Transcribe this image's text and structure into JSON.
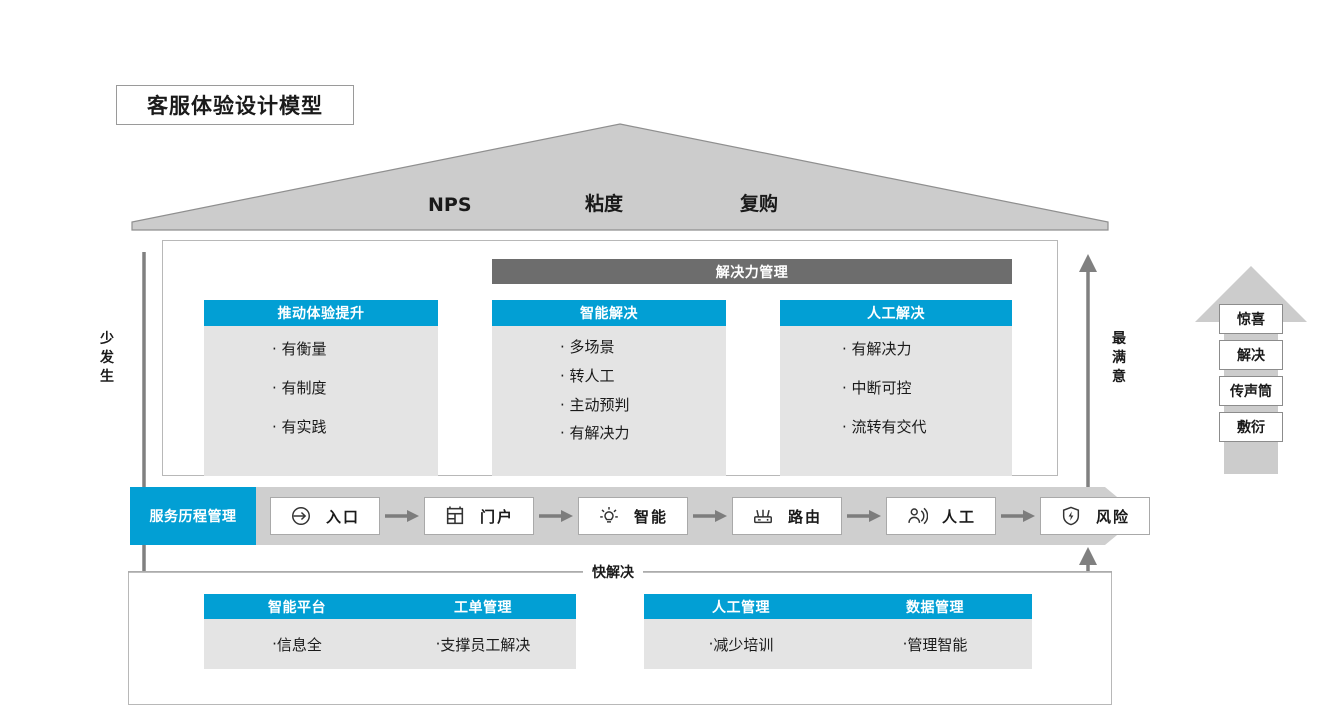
{
  "title": "客服体验设计模型",
  "roof": {
    "labels": [
      "NPS",
      "粘度",
      "复购"
    ]
  },
  "axis": {
    "left_label": "少发生",
    "right_label": "最满意"
  },
  "span_header": "解决力管理",
  "upper_cards": [
    {
      "header": "推动体验提升",
      "items": [
        "有衡量",
        "有制度",
        "有实践"
      ]
    },
    {
      "header": "智能解决",
      "items": [
        "多场景",
        "转人工",
        "主动预判",
        "有解决力"
      ]
    },
    {
      "header": "人工解决",
      "items": [
        "有解决力",
        "中断可控",
        "流转有交代"
      ]
    }
  ],
  "process": {
    "tag": "服务历程管理",
    "steps": [
      {
        "label": "入口",
        "icon": "arrow-into-circle-icon"
      },
      {
        "label": "门户",
        "icon": "layout-grid-icon"
      },
      {
        "label": "智能",
        "icon": "lightbulb-icon"
      },
      {
        "label": "路由",
        "icon": "router-icon"
      },
      {
        "label": "人工",
        "icon": "agent-headset-icon"
      },
      {
        "label": "风险",
        "icon": "shield-bolt-icon"
      }
    ]
  },
  "lower": {
    "divider_label": "快解决",
    "cards": [
      {
        "headers": [
          "智能平台",
          "工单管理"
        ],
        "items": [
          "信息全",
          "支撑员工解决"
        ]
      },
      {
        "headers": [
          "人工管理",
          "数据管理"
        ],
        "items": [
          "减少培训",
          "管理智能"
        ]
      }
    ]
  },
  "ladder": {
    "steps": [
      "惊喜",
      "解决",
      "传声筒",
      "敷衍"
    ]
  },
  "colors": {
    "accent_blue": "#029FD4",
    "header_gray": "#6d6d6d",
    "body_gray": "#e4e4e4",
    "roof_gray": "#cccccc",
    "bar_gray": "#cfcfcf"
  }
}
